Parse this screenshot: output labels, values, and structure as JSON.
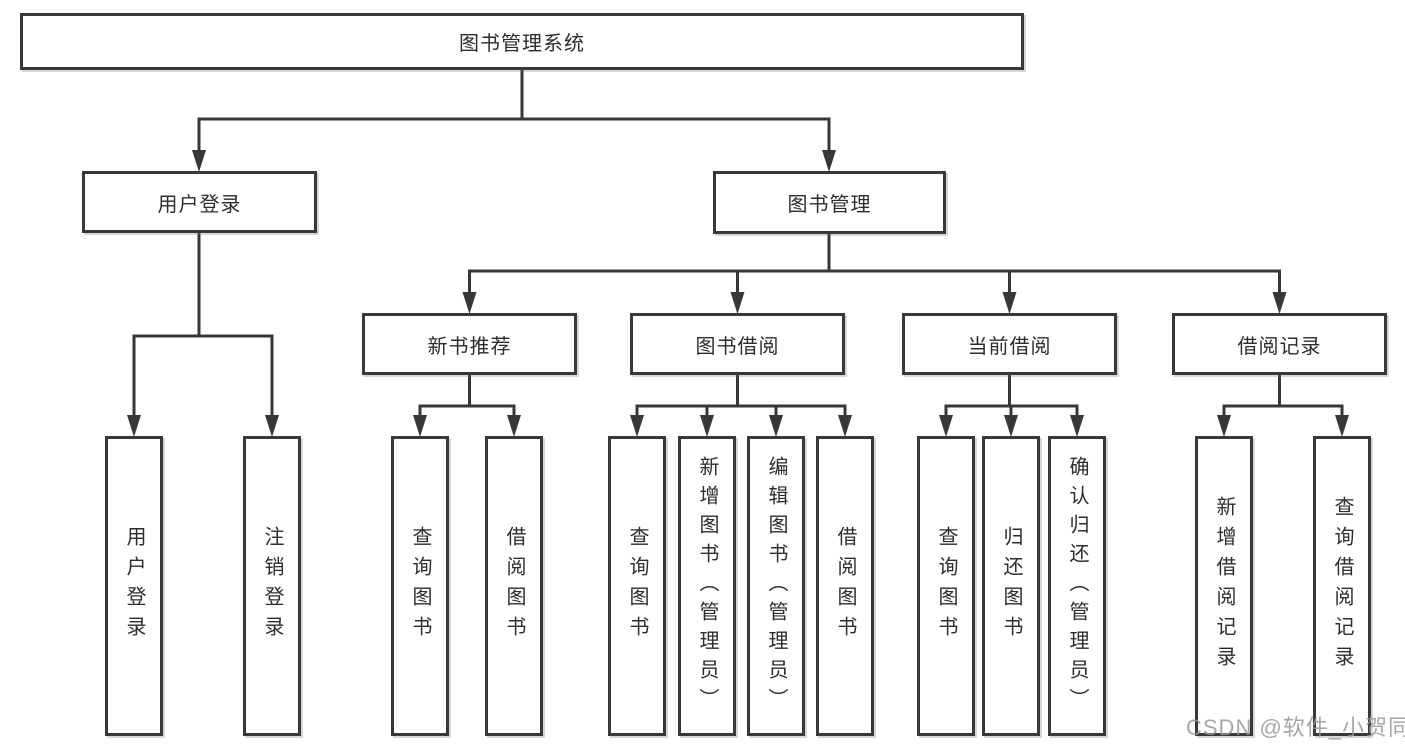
{
  "tree": {
    "root": {
      "label": "图书管理系统"
    },
    "branches": [
      {
        "label": "用户登录",
        "children": [
          "用户登录",
          "注销登录"
        ]
      },
      {
        "label": "图书管理",
        "children": [
          {
            "label": "新书推荐",
            "children": [
              "查询图书",
              "借阅图书"
            ]
          },
          {
            "label": "图书借阅",
            "children": [
              "查询图书",
              "新增图书（管理员）",
              "编辑图书（管理员）",
              "借阅图书"
            ]
          },
          {
            "label": "当前借阅",
            "children": [
              "查询图书",
              "归还图书",
              "确认归还（管理员）"
            ]
          },
          {
            "label": "借阅记录",
            "children": [
              "新增借阅记录",
              "查询借阅记录"
            ]
          }
        ]
      }
    ]
  },
  "watermark": {
    "text": "CSDN @软件_小贺同学"
  },
  "colors": {
    "line": "#373737",
    "border": "#383838",
    "text": "#2d2d2d",
    "watermark": "#969696",
    "background": "#ffffff"
  }
}
